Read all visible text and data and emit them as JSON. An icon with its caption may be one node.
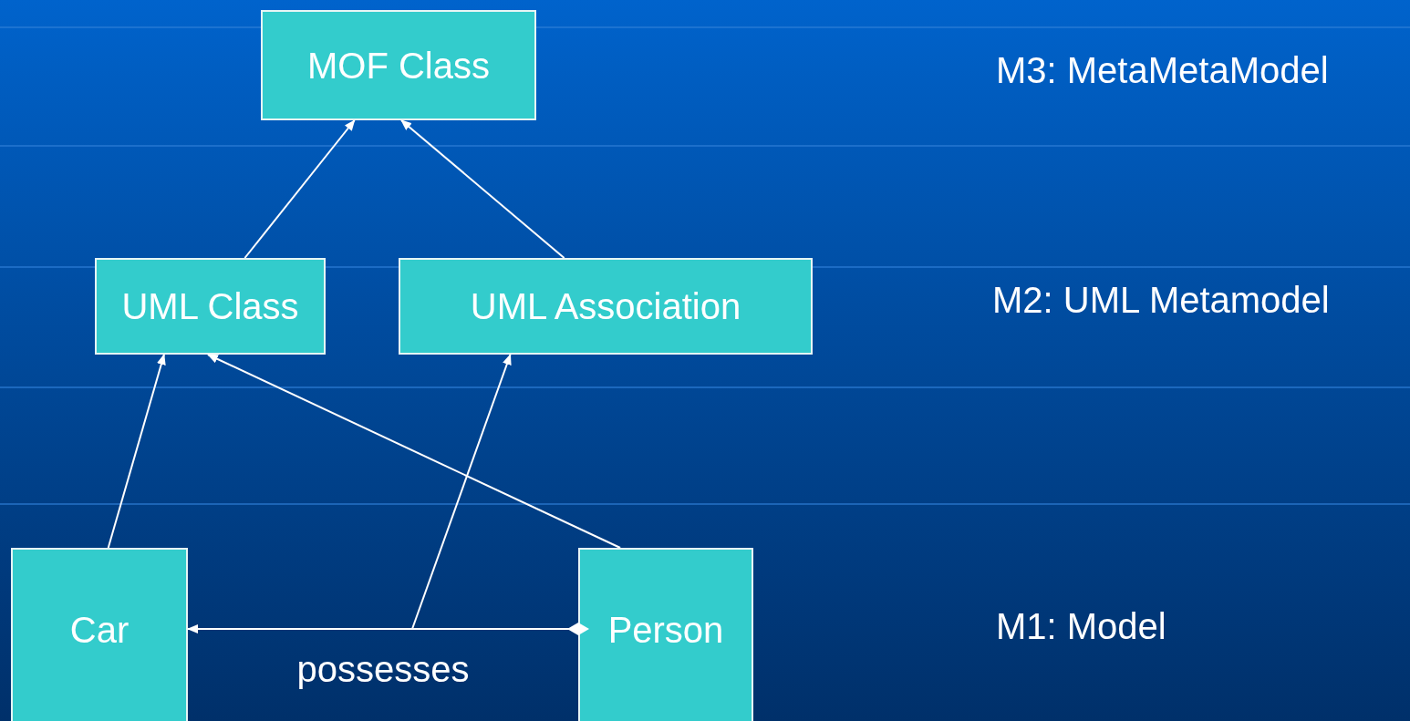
{
  "diagram": {
    "nodes": [
      {
        "text": [
          "MOF Class"
        ]
      },
      {
        "text": [
          "UML Class"
        ]
      },
      {
        "text": [
          "UML Association"
        ]
      },
      {
        "text": [
          "Car"
        ]
      },
      {
        "text": [
          "Person"
        ]
      }
    ],
    "edges": [
      {
        "from": 1,
        "to": 0,
        "arrow": "to"
      },
      {
        "from": 2,
        "to": 0,
        "arrow": "to"
      },
      {
        "from": 3,
        "to": 1,
        "arrow": "to"
      },
      {
        "from": 4,
        "to": 1,
        "arrow": "to"
      },
      {
        "from": 4,
        "to": 3,
        "arrow": "to",
        "label": "possesses"
      },
      {
        "from": null,
        "to": 2,
        "arrow": "to"
      }
    ],
    "labels": [
      "M3: MetaMetaModel",
      "M2: UML Metamodel",
      "M1: Model"
    ]
  }
}
